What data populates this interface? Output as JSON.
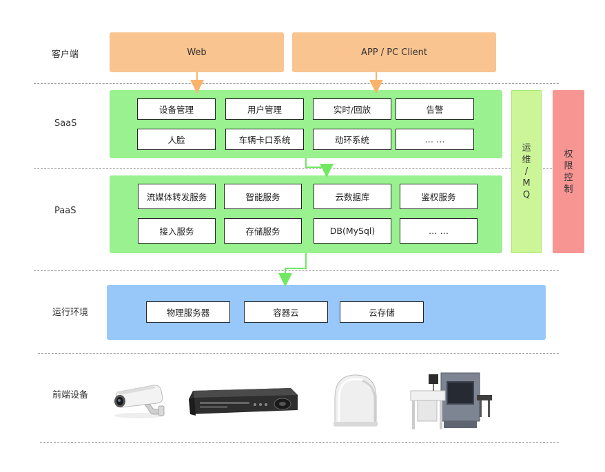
{
  "layers": {
    "client": {
      "label": "客户端",
      "web": "Web",
      "app": "APP / PC Client"
    },
    "saas": {
      "label": "SaaS",
      "items": [
        "设备管理",
        "用户管理",
        "实时/回放",
        "告警",
        "人脸",
        "车辆卡口系统",
        "动环系统",
        "… …"
      ]
    },
    "paas": {
      "label": "PaaS",
      "items": [
        "流媒体转发服务",
        "智能服务",
        "云数据库",
        "鉴权服务",
        "接入服务",
        "存储服务",
        "DB(MySql)",
        "… …"
      ]
    },
    "runtime": {
      "label": "运行环境",
      "items": [
        "物理服务器",
        "容器云",
        "云存储"
      ]
    },
    "frontend": {
      "label": "前端设备"
    }
  },
  "side": {
    "ops": [
      "运",
      "维",
      "/",
      "M",
      "Q"
    ],
    "auth": [
      "权",
      "限",
      "控",
      "制"
    ]
  },
  "devices": [
    "camera-icon",
    "nvr-recorder-icon",
    "radar-sensor-icon",
    "xray-scanner-icon"
  ],
  "colors": {
    "client": "#f9c48f",
    "layer_green": "#99f28f",
    "ops_panel": "#ccf598",
    "auth_panel": "#f79593",
    "runtime_blue": "#98c8fa",
    "arrow_orange": "#f9b36b",
    "arrow_green": "#70e860"
  }
}
